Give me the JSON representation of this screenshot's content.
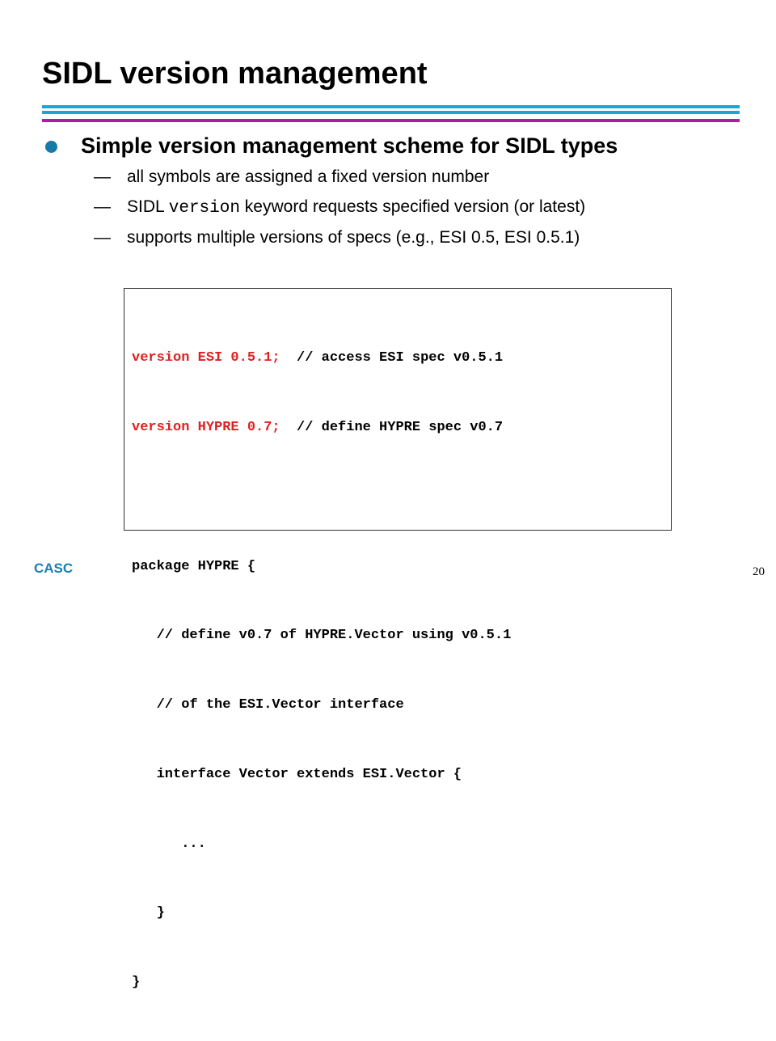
{
  "slide": {
    "title": "SIDL version management",
    "main_bullet": "Simple version management scheme for SIDL types",
    "sub_bullets": {
      "dash": "—",
      "item1": "all symbols are assigned a fixed version number",
      "item2_prefix": "SIDL ",
      "item2_keyword": "version",
      "item2_suffix": " keyword requests specified version (or latest)",
      "item3": "supports multiple versions of specs (e.g., ESI 0.5, ESI 0.5.1)"
    }
  },
  "code": {
    "line1_red": "version ESI 0.5.1;",
    "line1_rest": "  // access ESI spec v0.5.1",
    "line2_red": "version HYPRE 0.7;",
    "line2_rest": "  // define HYPRE spec v0.7",
    "line3": "",
    "line4": "package HYPRE {",
    "line5": "   // define v0.7 of HYPRE.Vector using v0.5.1",
    "line6": "   // of the ESI.Vector interface",
    "line7": "   interface Vector extends ESI.Vector {",
    "line8": "      ...",
    "line9": "   }",
    "line10": "}"
  },
  "footer": {
    "org": "CASC",
    "page_number": "20"
  },
  "colors": {
    "title_rule": "#1aa7d6",
    "accent_rule": "#b01ca6",
    "bullet": "#167aa6",
    "code_highlight": "#e02020",
    "footer_text": "#1a7fb3"
  }
}
